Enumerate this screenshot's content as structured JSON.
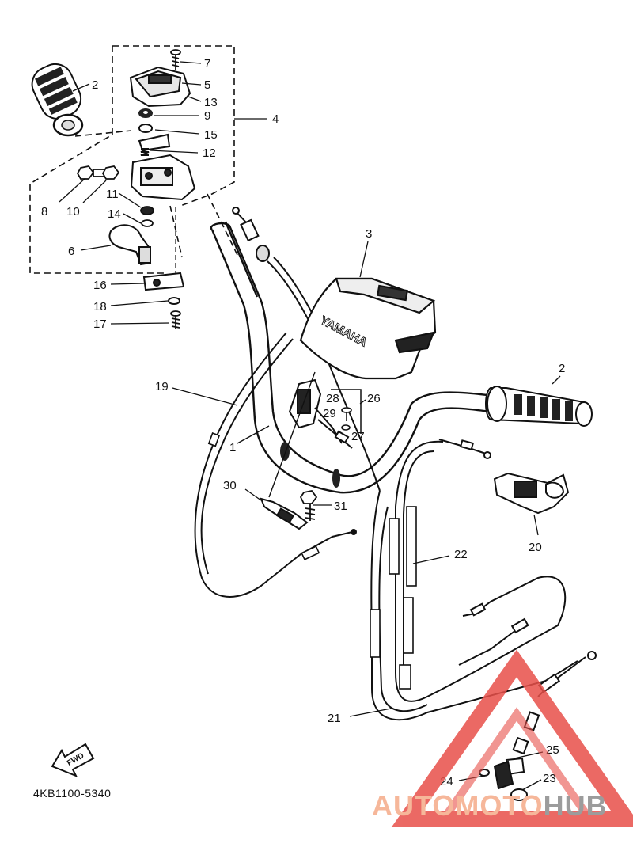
{
  "diagram": {
    "part_code": "4KB1100-5340",
    "fwd_label": "FWD",
    "brand_text": "YAMAHA",
    "callouts": [
      "2",
      "7",
      "5",
      "13",
      "9",
      "15",
      "4",
      "12",
      "8",
      "10",
      "11",
      "14",
      "6",
      "16",
      "18",
      "17",
      "3",
      "19",
      "1",
      "28",
      "29",
      "26",
      "27",
      "2",
      "20",
      "30",
      "31",
      "22",
      "21",
      "25",
      "24",
      "23"
    ]
  },
  "watermark": {
    "word_a": "AUTOMOTO",
    "word_b": "HUB",
    "color_a": "#f6b79a",
    "color_b": "#9c9c9c",
    "triangle_color": "#e8504a"
  }
}
